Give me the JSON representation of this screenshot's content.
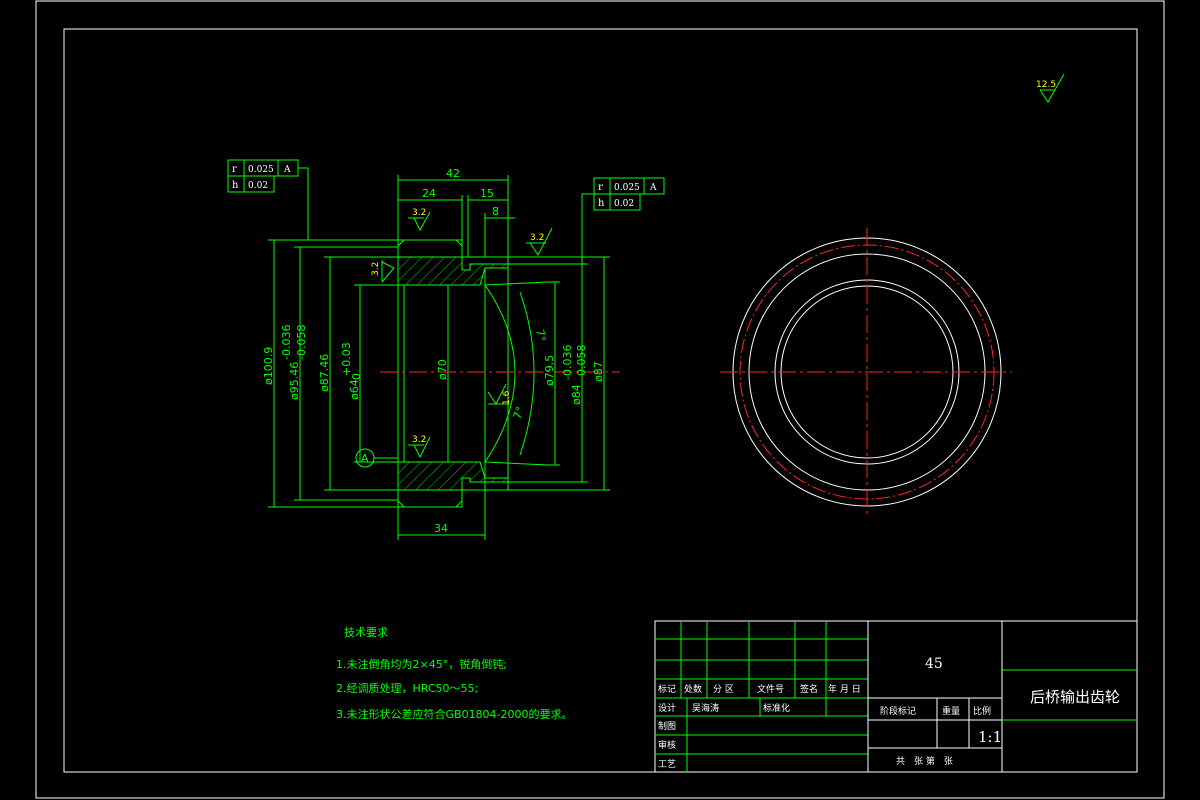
{
  "surface_roughness_general": "12.5",
  "dimensions": {
    "d42": "42",
    "d24": "24",
    "d15": "15",
    "d8": "8",
    "d34": "34",
    "dia_100_9": "ø100.9",
    "dia_95_46": "ø95.46",
    "tol_95_upper": "-0.036",
    "tol_95_lower": "-0.058",
    "dia_87_46": "ø87.46",
    "dia_64": "ø64",
    "tol_64_upper": "+0.03",
    "tol_64_lower": "0",
    "dia_70": "ø70",
    "dia_79_5": "ø79.5",
    "dia_84": "ø84",
    "tol_84_upper": "-0.036",
    "tol_84_lower": "-0.058",
    "dia_87": "ø87",
    "angle_top": "7°",
    "angle_bottom": "7°"
  },
  "roughness": {
    "top_left": "3.2",
    "top_right": "3.2",
    "left_side": "3.2",
    "bottom": "3.2",
    "inner": "1.6"
  },
  "tolerance_frame_left": {
    "row1": [
      "r",
      "0.025",
      "A"
    ],
    "row2": [
      "h",
      "0.02"
    ]
  },
  "tolerance_frame_right": {
    "row1": [
      "r",
      "0.025",
      "A"
    ],
    "row2": [
      "h",
      "0.02"
    ]
  },
  "datum": "A",
  "technical_requirements": {
    "title": "技术要求",
    "items": [
      "1.未注倒角均为2×45°，锐角倒钝;",
      "2.经调质处理，HRC50～55;",
      "3.未注形状公差应符合GB01804-2000的要求。"
    ]
  },
  "title_block": {
    "material": "45",
    "part_name": "后桥输出齿轮",
    "scale": "1:1",
    "labels": {
      "mark": "标记",
      "count": "处数",
      "zone": "分 区",
      "doc_no": "文件号",
      "sign": "签名",
      "date": "年 月 日",
      "design": "设计",
      "designer": "吴海涛",
      "standardize": "标准化",
      "draw": "制图",
      "check": "审核",
      "process": "工艺",
      "stage_mark": "阶段标记",
      "weight": "重量",
      "scale_label": "比例",
      "sheets": "共　张 第　张"
    }
  }
}
